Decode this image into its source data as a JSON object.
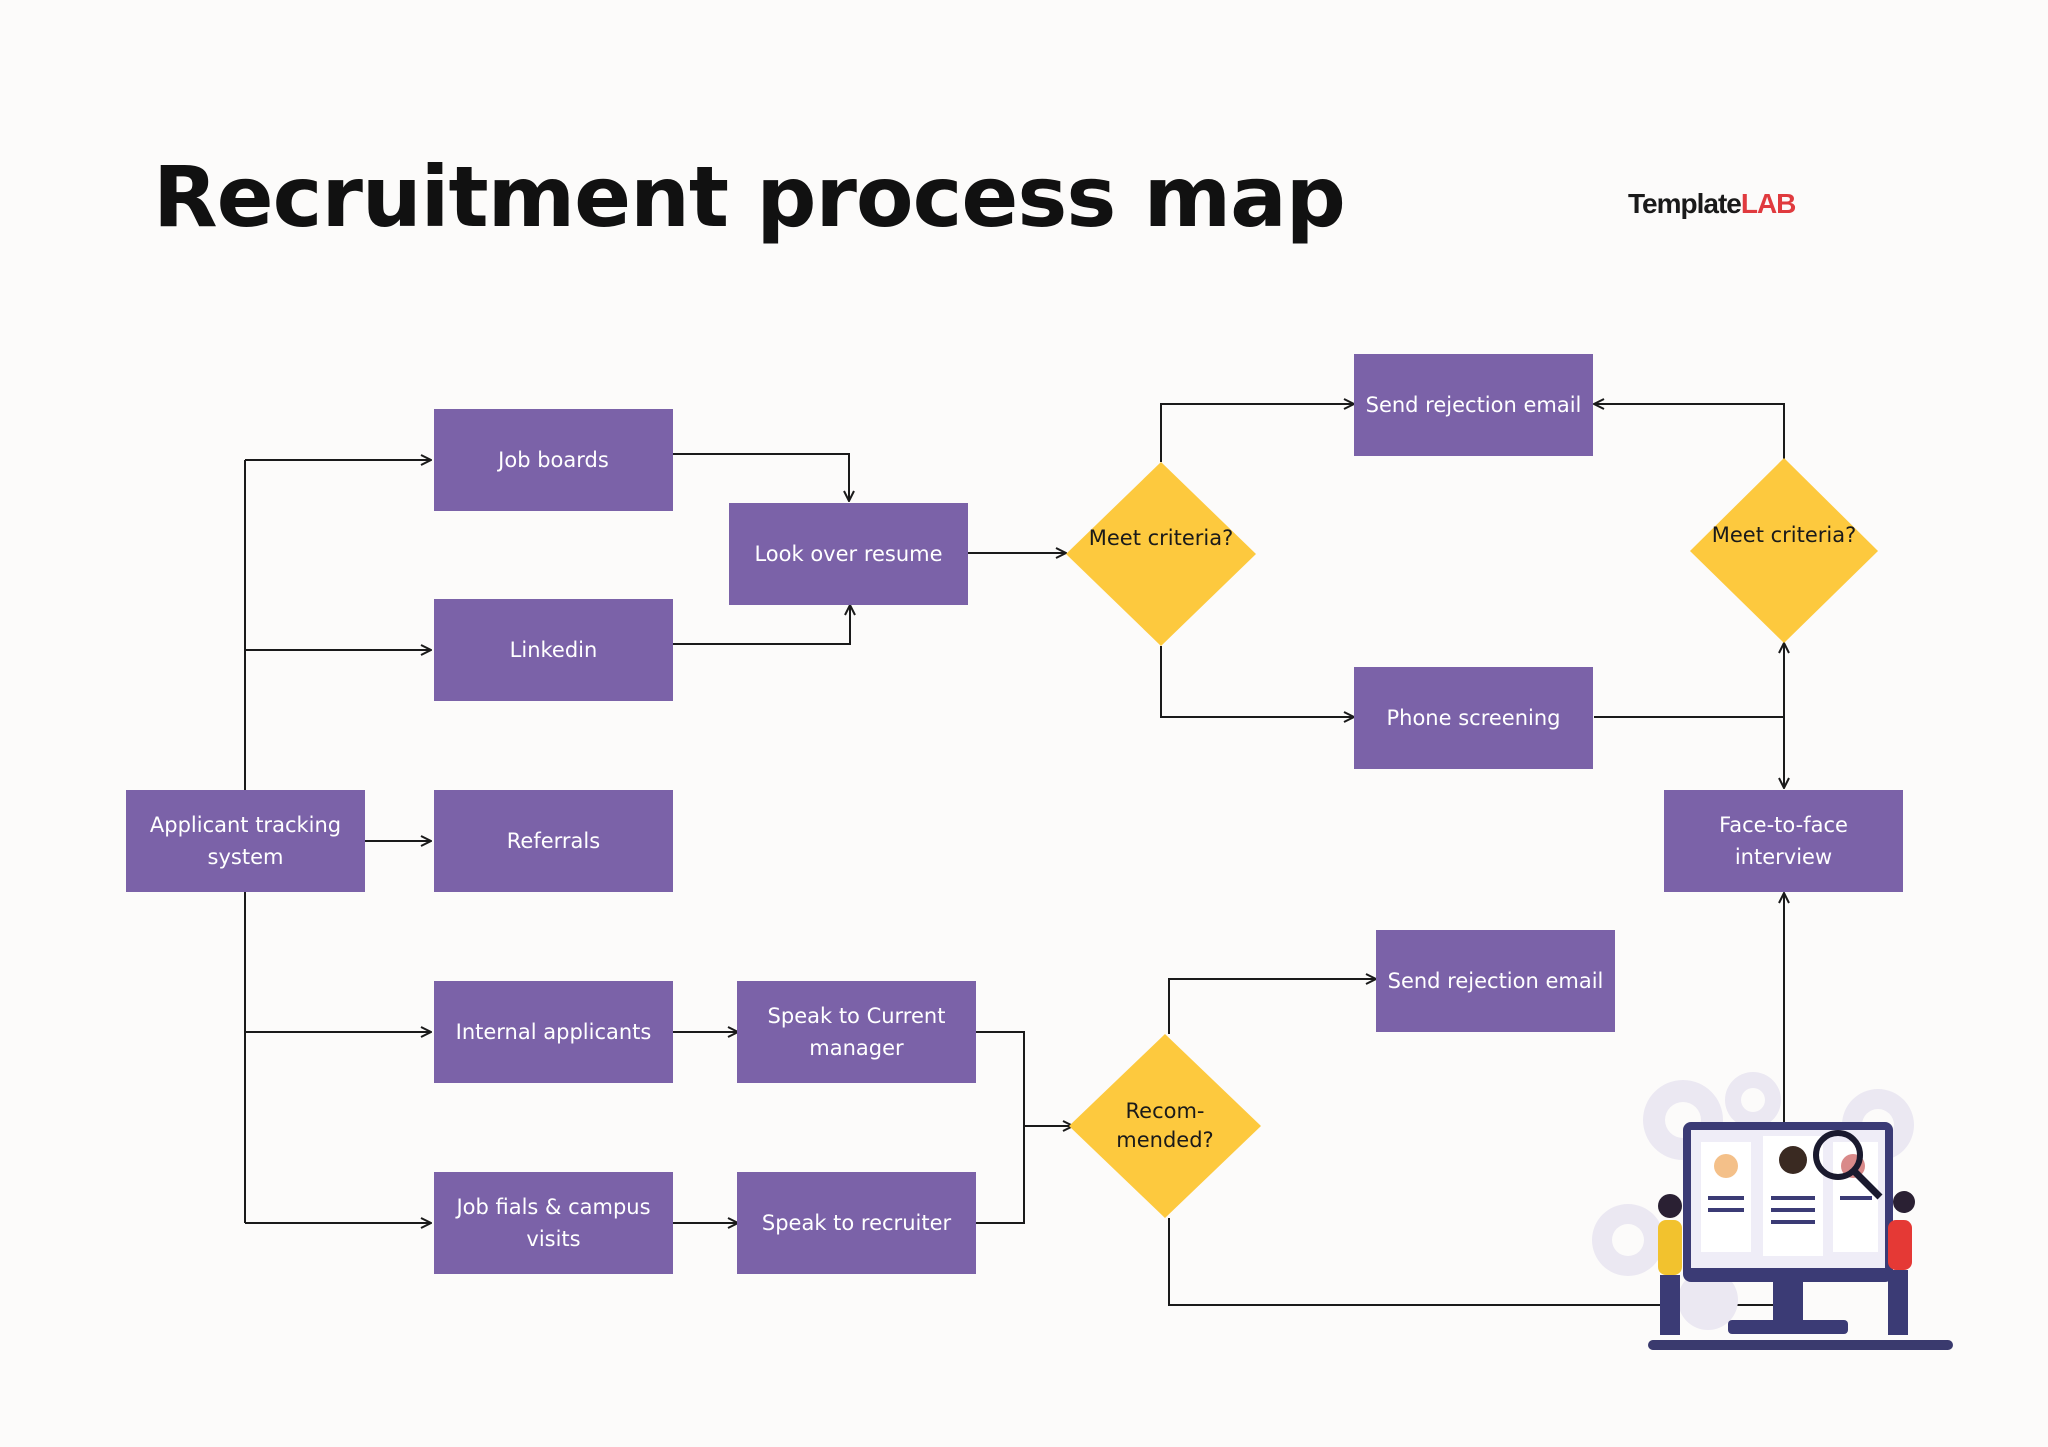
{
  "header": {
    "title": "Recruitment process map",
    "brand_primary": "Template",
    "brand_accent": "LAB"
  },
  "colors": {
    "box": "#7b62a8",
    "decision": "#fdc93e",
    "line": "#1a1a1a",
    "brand_accent": "#e03a3e"
  },
  "nodes": {
    "ats": "Applicant tracking system",
    "job_boards": "Job boards",
    "linkedin": "Linkedin",
    "referrals": "Referrals",
    "internal": "Internal applicants",
    "job_fairs": "Job fials & campus visits",
    "look_over": "Look over resume",
    "speak_manager": "Speak to Current manager",
    "speak_recruiter": "Speak to recruiter",
    "meet1": "Meet criteria?",
    "meet2": "Meet criteria?",
    "recommended": "Recom-mended?",
    "send_rejection_top": "Send rejection email",
    "phone": "Phone screening",
    "face": "Face-to-face interview",
    "send_rejection_bottom": "Send rejection email"
  },
  "illustration": {
    "icon": "recruitment-computer-illustration"
  }
}
